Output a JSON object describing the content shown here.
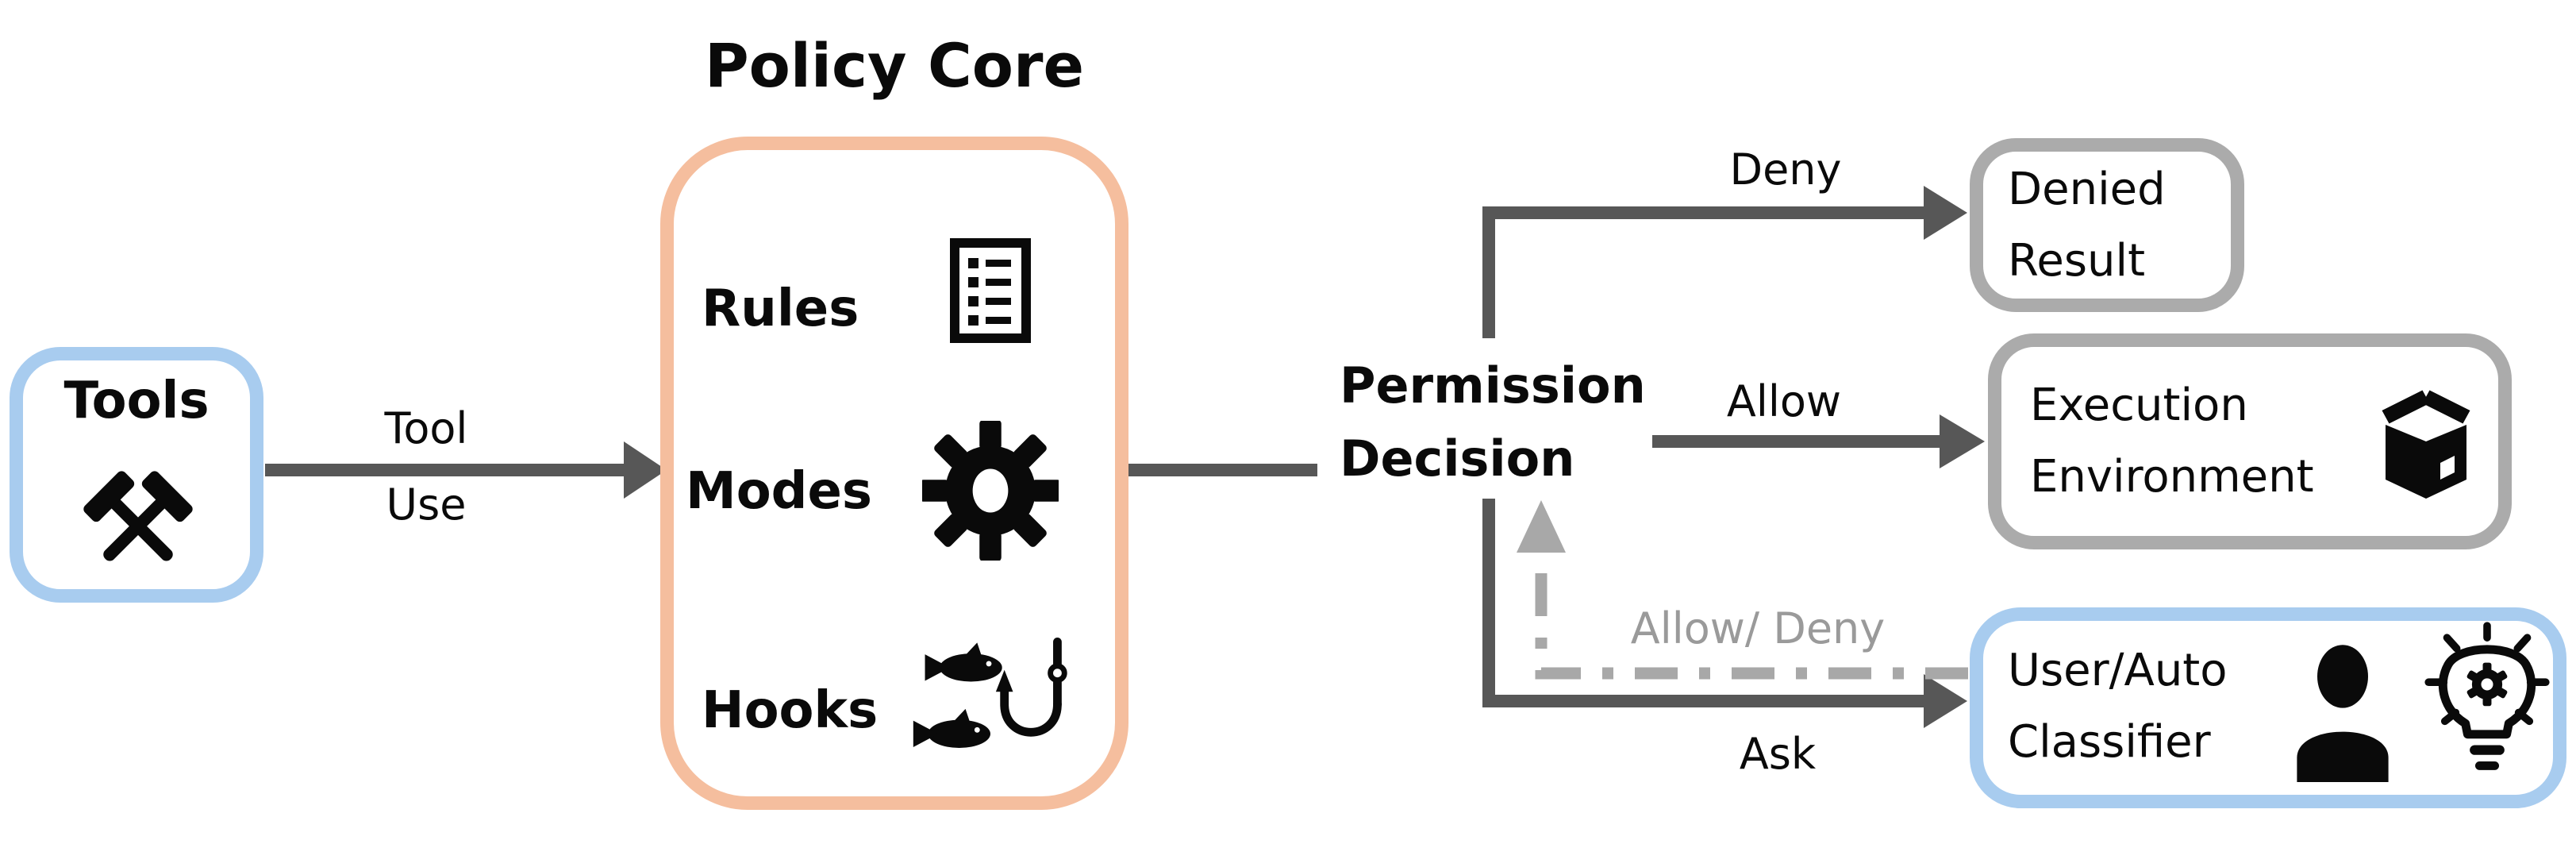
{
  "nodes": {
    "tools": {
      "label": "Tools",
      "icon": "crossed-hammers-icon"
    },
    "policy_core": {
      "title": "Policy Core",
      "items": [
        {
          "label": "Rules",
          "icon": "checklist-icon"
        },
        {
          "label": "Modes",
          "icon": "gear-icon"
        },
        {
          "label": "Hooks",
          "icon": "fish-hook-icon"
        }
      ]
    },
    "permission_decision": {
      "line1": "Permission",
      "line2": "Decision"
    },
    "denied_result": {
      "line1": "Denied",
      "line2": "Result"
    },
    "execution_environment": {
      "line1": "Execution",
      "line2": "Environment",
      "icon": "package-box-icon"
    },
    "user_auto_classifier": {
      "line1": "User/Auto",
      "line2": "Classifier",
      "icons": [
        "person-icon",
        "bulb-gear-icon"
      ]
    }
  },
  "edges": {
    "tool_use": {
      "label_line1": "Tool",
      "label_line2": "Use"
    },
    "deny": {
      "label": "Deny"
    },
    "allow": {
      "label": "Allow"
    },
    "ask": {
      "label": "Ask"
    },
    "allow_deny": {
      "label": "Allow/ Deny"
    }
  },
  "colors": {
    "node_blue_border": "#A8CCEF",
    "policy_peach_border": "#F5BE9E",
    "result_gray_border": "#ABABAB",
    "arrow_dark": "#575757",
    "arrow_dotted_gray": "#A8A8A8",
    "label_gray": "#9A9A9A",
    "icon_black": "#0A0A0A",
    "background": "#FFFFFF"
  }
}
